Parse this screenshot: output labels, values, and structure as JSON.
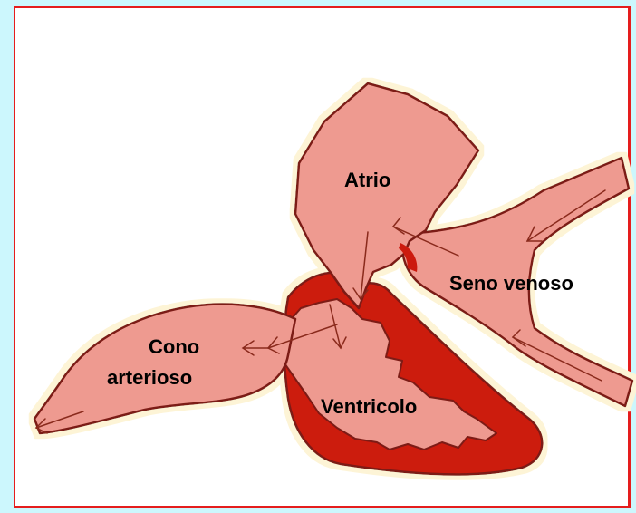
{
  "labels": {
    "atrio": "Atrio",
    "seno_venoso": "Seno venoso",
    "cono": "Cono",
    "arterioso": "arterioso",
    "ventricolo": "Ventricolo"
  },
  "colors": {
    "page_background": "#ccf7fd",
    "frame_border": "#e51d1d",
    "outline": "#7b1a14",
    "tissue": "#ee9a90",
    "ventricle_wall": "#cc1a0e",
    "halo": "#fdf4d6",
    "arrow": "#8a2a1c"
  }
}
